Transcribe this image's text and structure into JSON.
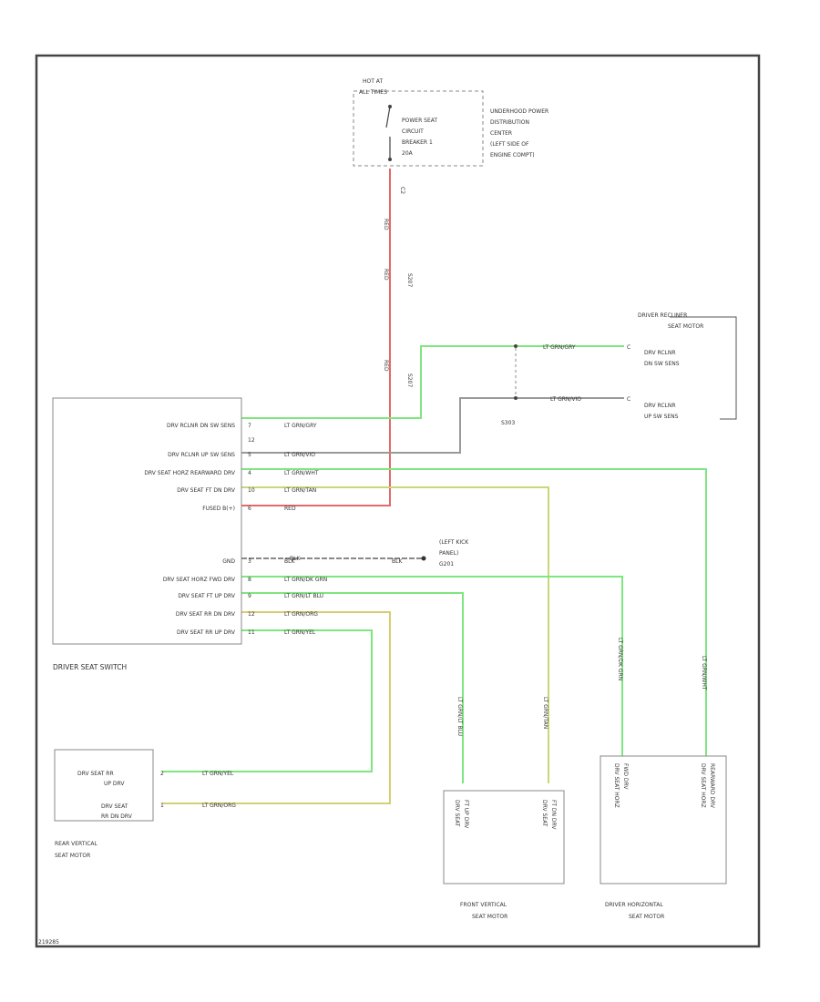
{
  "colors": {
    "frame": "#444444",
    "red_wire": "#e46a6a",
    "green_wire": "#7ee67e",
    "yellow_wire": "#d6cf70",
    "gray_wire": "#888888",
    "dash": "#888888"
  },
  "fuse_block": {
    "hot_label": [
      "HOT AT",
      "ALL TIMES"
    ],
    "breaker_label": [
      "POWER SEAT",
      "CIRCUIT",
      "BREAKER 1",
      "20A"
    ],
    "center_label": [
      "UNDERHOOD POWER",
      "DISTRIBUTION",
      "CENTER",
      "(LEFT SIDE OF",
      "ENGINE COMPT)"
    ],
    "pin": "C2"
  },
  "red_wire_labels": [
    "RED",
    "RED",
    "RED"
  ],
  "splice_labels": [
    "S207",
    "S207"
  ],
  "recliner": {
    "title": [
      "DRIVER RECLINER",
      "SEAT MOTOR"
    ],
    "pins": [
      {
        "label": [
          "DRV RCLNR",
          "DN SW SENS"
        ],
        "wire": "LT GRN/GRY",
        "num": "C"
      },
      {
        "label": [
          "DRV RCLNR",
          "UP SW SENS"
        ],
        "wire": "LT GRN/VIO",
        "num": "C"
      }
    ],
    "splice": "S303"
  },
  "switch": {
    "title": "DRIVER SEAT SWITCH",
    "pins": [
      {
        "label": "DRV RCLNR DN SW SENS",
        "num": "7",
        "wire": "LT GRN/GRY"
      },
      {
        "label": "",
        "num": "12",
        "wire": ""
      },
      {
        "label": "DRV RCLNR UP SW SENS",
        "num": "5",
        "wire": "LT GRN/VIO"
      },
      {
        "label": "DRV SEAT HORZ REARWARD DRV",
        "num": "4",
        "wire": "LT GRN/WHT"
      },
      {
        "label": "DRV SEAT FT DN DRV",
        "num": "10",
        "wire": "LT GRN/TAN"
      },
      {
        "label": "FUSED B(+)",
        "num": "6",
        "wire": "RED"
      },
      {
        "label": "GND",
        "num": "3",
        "wire": "BLK"
      },
      {
        "label": "DRV SEAT HORZ FWD DRV",
        "num": "8",
        "wire": "LT GRN/DK GRN"
      },
      {
        "label": "DRV SEAT FT UP DRV",
        "num": "9",
        "wire": "LT GRN/LT BLU"
      },
      {
        "label": "DRV SEAT RR DN DRV",
        "num": "12",
        "wire": "LT GRN/ORG"
      },
      {
        "label": "DRV SEAT RR UP DRV",
        "num": "11",
        "wire": "LT GRN/YEL"
      }
    ]
  },
  "ground": {
    "label": [
      "(LEFT KICK",
      "PANEL)",
      "G201"
    ],
    "wire1": "BLK",
    "wire2": "BLK"
  },
  "rear_motor": {
    "title": [
      "REAR VERTICAL",
      "SEAT MOTOR"
    ],
    "pins": [
      {
        "label": [
          "DRV SEAT RR",
          "UP DRV"
        ],
        "num": "2",
        "wire": "LT GRN/YEL"
      },
      {
        "label": [
          "DRV SEAT",
          "RR DN DRV"
        ],
        "num": "1",
        "wire": "LT GRN/ORG"
      }
    ]
  },
  "front_motor": {
    "title": [
      "FRONT VERTICAL",
      "SEAT MOTOR"
    ],
    "pins": [
      {
        "label": [
          "DRV SEAT",
          "FT UP DRV"
        ],
        "wire": "LT GRN/LT BLU"
      },
      {
        "label": [
          "DRV SEAT",
          "FT DN DRV"
        ],
        "wire": "LT GRN/TAN"
      }
    ]
  },
  "horz_motor": {
    "title": [
      "DRIVER HORIZONTAL",
      "SEAT MOTOR"
    ],
    "pins": [
      {
        "label": [
          "DRV SEAT HORZ",
          "FWD DRV"
        ],
        "wire": "LT GRN/DK GRN"
      },
      {
        "label": [
          "DRV SEAT HORZ",
          "REARWARD DRV"
        ],
        "wire": "LT GRN/WHT"
      }
    ]
  },
  "footer": "219285"
}
